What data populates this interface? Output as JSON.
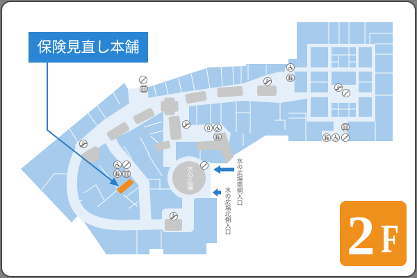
{
  "callout": {
    "label": "保険見直し本舗",
    "bg_color": "#2a85d5",
    "pointer_color": "#2a7dc8"
  },
  "floor_badge": {
    "number": "2",
    "unit": "F",
    "color": "#f0901c"
  },
  "map": {
    "plaza": {
      "label": "水の広場"
    },
    "entrances": [
      {
        "label": "水の広場南側入口",
        "arrow": "left-arrow-icon"
      },
      {
        "label": "水の広場北側入口",
        "arrow": "left-arrow-icon"
      }
    ],
    "highlighted_shop": {
      "color": "#f08c1a"
    },
    "colors": {
      "shop": "#a6cbec",
      "corridor": "#e5eff9",
      "void": "#c8c8c8",
      "icon_stroke": "#7b7b7b"
    },
    "facility_icons": [
      "stairs-icon",
      "elevator-icon",
      "escalator-icon",
      "wheelchair-icon",
      "stairs-icon",
      "toilet-icon",
      "elevator-icon",
      "escalator-icon",
      "nursing-room-icon",
      "wheelchair-icon",
      "toilet-icon",
      "escalator-icon",
      "wheelchair-icon",
      "toilet-icon",
      "escalator-icon",
      "stairs-icon",
      "elevator-icon",
      "toilet-icon",
      "wheelchair-icon",
      "stairs-icon",
      "stairs-icon",
      "escalator-icon"
    ]
  }
}
